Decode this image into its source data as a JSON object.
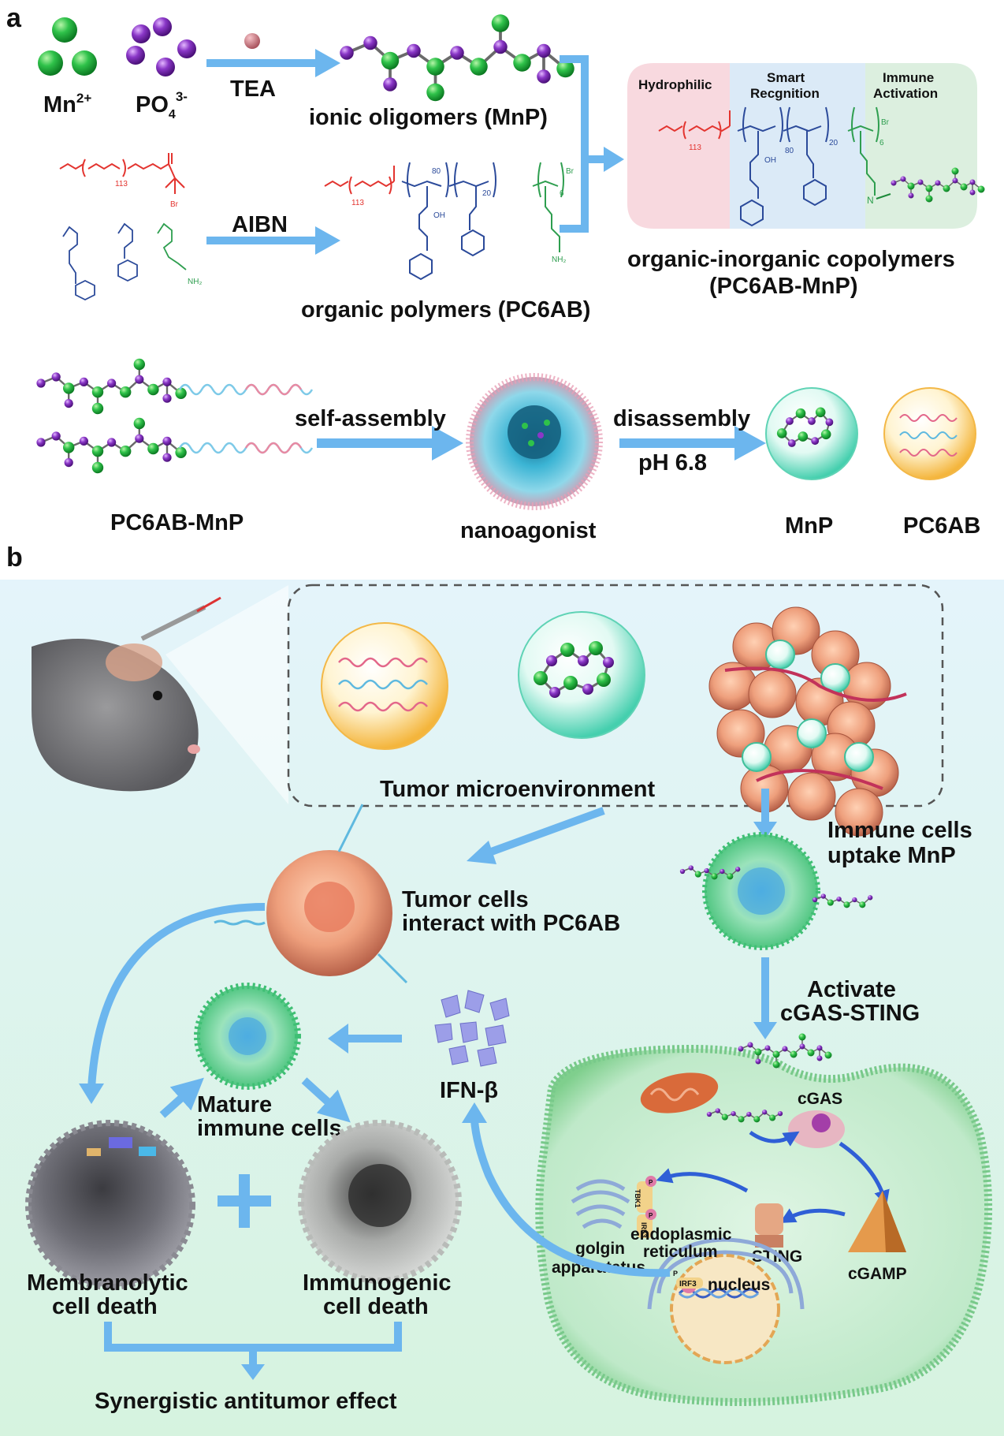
{
  "panels": {
    "a": "a",
    "b": "b"
  },
  "synthesis": {
    "mn_label": "Mn",
    "mn_charge": "2+",
    "po4_label": "PO",
    "po4_sub": "4",
    "po4_charge": "3-",
    "tea": "TEA",
    "ionic_oligomers": "ionic oligomers (MnP)",
    "aibn": "AIBN",
    "organic_polymers": "organic polymers (PC6AB)",
    "copolymers_line1": "organic-inorganic copolymers",
    "copolymers_line2": "(PC6AB-MnP)",
    "region_hydrophilic": "Hydrophilic",
    "region_smart_1": "Smart",
    "region_smart_2": "Recgnition",
    "region_immune_1": "Immune",
    "region_immune_2": "Activation",
    "peg_n": "113",
    "block_80": "80",
    "block_20": "20",
    "block_6": "6",
    "br": "Br",
    "oh": "OH",
    "nh2": "NH₂",
    "n_atom": "N"
  },
  "assembly": {
    "pc6ab_mnp": "PC6AB-MnP",
    "self_assembly": "self-assembly",
    "nanoagonist": "nanoagonist",
    "disassembly": "disassembly",
    "ph": "pH 6.8",
    "mnp": "MnP",
    "pc6ab": "PC6AB"
  },
  "mechanism": {
    "tumor_microenvironment": "Tumor microenvironment",
    "immune_uptake_1": "Immune cells",
    "immune_uptake_2": "uptake MnP",
    "tumor_interact_1": "Tumor cells",
    "tumor_interact_2": "interact with PC6AB",
    "activate_1": "Activate",
    "activate_2": "cGAS-STING",
    "mature_1": "Mature",
    "mature_2": "immune cells",
    "ifn": "IFN-β",
    "cgas": "cGAS",
    "cgamp": "cGAMP",
    "sting": "STING",
    "tbk1": "TBK1",
    "irf3": "IRF3",
    "p": "P",
    "golgi_1": "golgin",
    "golgi_2": "apparatatus",
    "er_1": "endoplasmic",
    "er_2": "reticulum",
    "nucleus": "nucleus",
    "membranolytic_1": "Membranolytic",
    "membranolytic_2": "cell death",
    "immunogenic_1": "Immunogenic",
    "immunogenic_2": "cell death",
    "synergy": "Synergistic antitumor effect"
  },
  "colors": {
    "arrow": "#6cb6ee",
    "mn": "#1fae3c",
    "po4": "#7b2fb0",
    "peg": "#e3342f",
    "pc6ab_block": "#2b4a9a",
    "amine_block": "#2e9e4f",
    "hydrophilic_bg": "#f8d9df",
    "smart_bg": "#dbeaf7",
    "immune_bg": "#dcefdf",
    "panel_b_top": "#e4f4fb",
    "panel_b_bottom": "#d6f3df"
  }
}
